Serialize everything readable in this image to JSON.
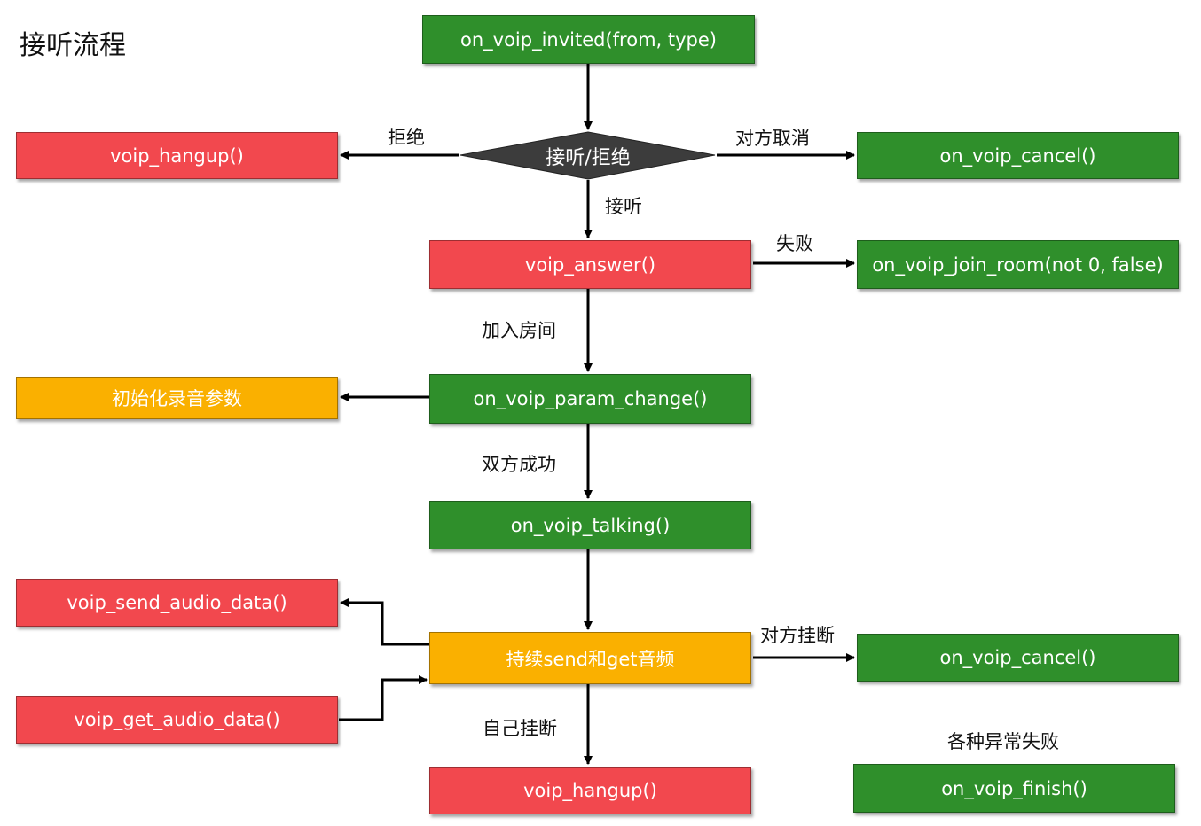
{
  "title": "接听流程",
  "nodes": {
    "invited": "on_voip_invited(from, type)",
    "decision": "接听/拒绝",
    "hangup_reject": "voip_hangup()",
    "cancel_top": "on_voip_cancel()",
    "answer": "voip_answer()",
    "join_room_fail": "on_voip_join_room(not 0, false)",
    "init_record": "初始化录音参数",
    "param_change": "on_voip_param_change()",
    "talking": "on_voip_talking()",
    "send_audio": "voip_send_audio_data()",
    "continuous": "持续send和get音频",
    "cancel_bottom": "on_voip_cancel()",
    "get_audio": "voip_get_audio_data()",
    "hangup_self": "voip_hangup()",
    "finish": "on_voip_finish()"
  },
  "edge_labels": {
    "reject": "拒绝",
    "other_cancel": "对方取消",
    "answer": "接听",
    "fail": "失败",
    "join_room": "加入房间",
    "both_success": "双方成功",
    "other_hangup": "对方挂断",
    "self_hangup": "自己挂断",
    "various_failures": "各种异常失败"
  },
  "colors": {
    "green": "#2f8f2b",
    "red": "#f2484e",
    "orange": "#fab000",
    "diamond": "#3c3c3c"
  }
}
